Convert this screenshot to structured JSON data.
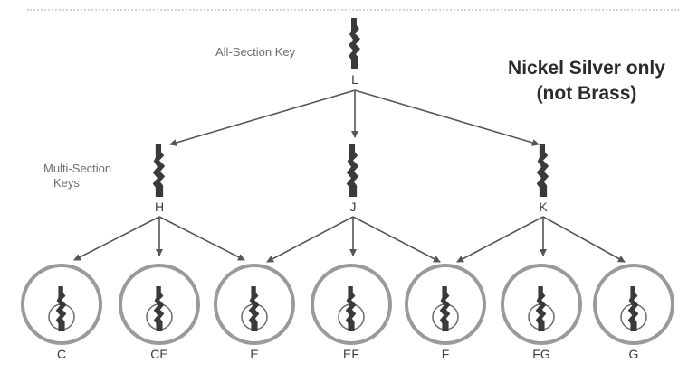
{
  "labels": {
    "all_section": "All-Section Key",
    "multi_section_line1": "Multi-Section",
    "multi_section_line2": "Keys",
    "note_line1": "Nickel Silver only",
    "note_line2": "(not Brass)"
  },
  "top_key": {
    "letter": "L"
  },
  "multi_keys": [
    {
      "letter": "H"
    },
    {
      "letter": "J"
    },
    {
      "letter": "K"
    }
  ],
  "cylinders": [
    {
      "letter": "C"
    },
    {
      "letter": "CE"
    },
    {
      "letter": "E"
    },
    {
      "letter": "EF"
    },
    {
      "letter": "F"
    },
    {
      "letter": "FG"
    },
    {
      "letter": "G"
    }
  ],
  "colors": {
    "line": "#555555",
    "key": "#3a3a3a",
    "ring": "#9a9a9a"
  }
}
